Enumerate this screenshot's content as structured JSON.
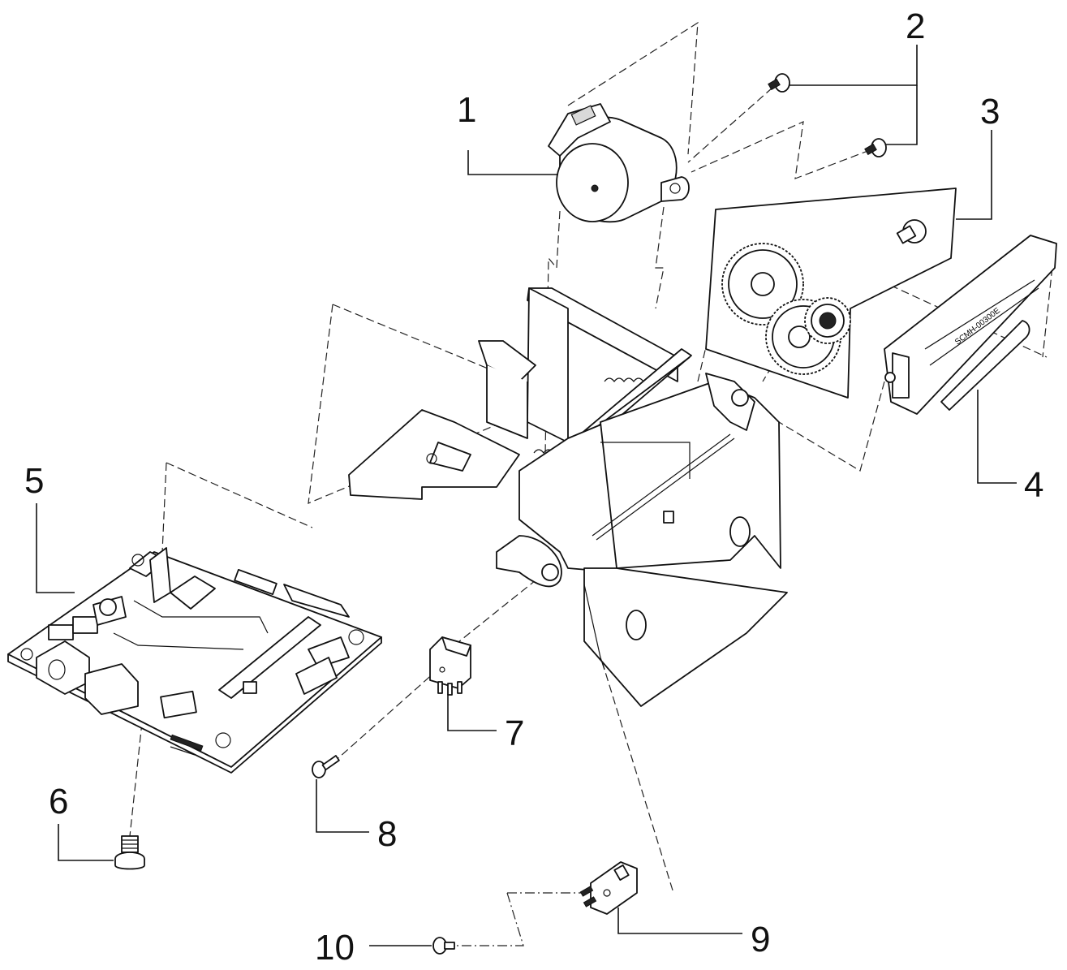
{
  "callouts": [
    {
      "id": "1",
      "label": "1"
    },
    {
      "id": "2",
      "label": "2"
    },
    {
      "id": "3",
      "label": "3"
    },
    {
      "id": "4",
      "label": "4"
    },
    {
      "id": "5",
      "label": "5"
    },
    {
      "id": "6",
      "label": "6"
    },
    {
      "id": "7",
      "label": "7"
    },
    {
      "id": "8",
      "label": "8"
    },
    {
      "id": "9",
      "label": "9"
    },
    {
      "id": "10",
      "label": "10"
    }
  ],
  "print_head_text": "SCMH-00300E"
}
